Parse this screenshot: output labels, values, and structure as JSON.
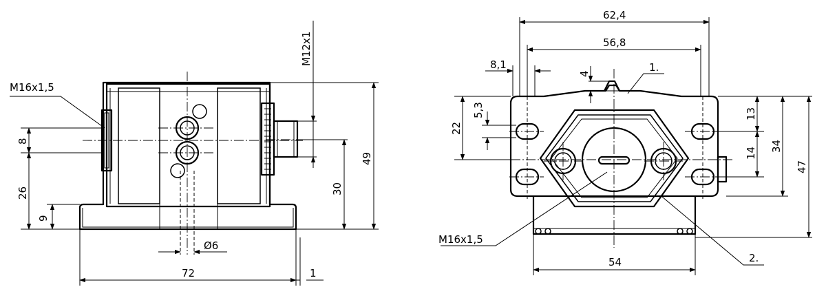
{
  "left_view": {
    "thread_main": "M16x1,5",
    "thread_sensor": "M12x1",
    "dim_8": "8",
    "dim_26": "26",
    "dim_9": "9",
    "dim_30": "30",
    "dim_49": "49",
    "dim_72": "72",
    "dim_1": "1",
    "dim_dia6": "Ø6"
  },
  "right_view": {
    "dim_62_4": "62,4",
    "dim_56_8": "56,8",
    "dim_8_1": "8,1",
    "dim_4": "4",
    "dim_22": "22",
    "dim_5_3": "5,3",
    "dim_13": "13",
    "dim_14": "14",
    "dim_34": "34",
    "dim_47": "47",
    "dim_54": "54",
    "thread_main": "M16x1,5",
    "callout_1": "1.",
    "callout_2": "2."
  }
}
